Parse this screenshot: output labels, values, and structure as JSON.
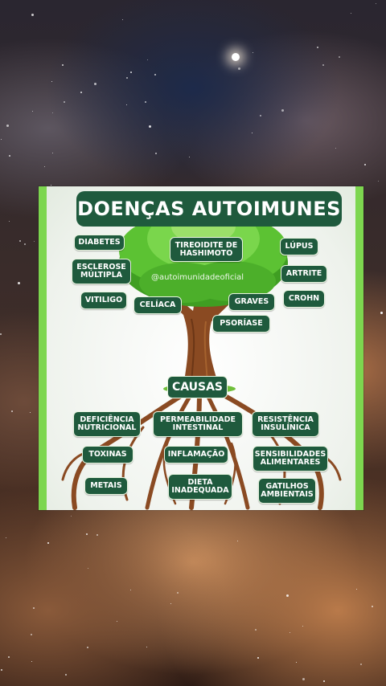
{
  "title": "DOENÇAS AUTOIMUNES",
  "watermark": "@autoimunidadeoficial",
  "causes_label": "CAUSAS",
  "diseases": [
    {
      "label": "DIABETES"
    },
    {
      "label": "TIREOIDITE DE\nHASHIMOTO"
    },
    {
      "label": "LÚPUS"
    },
    {
      "label": "ESCLEROSE\nMÚLTIPLA"
    },
    {
      "label": "ARTRITE"
    },
    {
      "label": "VITILIGO"
    },
    {
      "label": "CELÍACA"
    },
    {
      "label": "GRAVES"
    },
    {
      "label": "CROHN"
    },
    {
      "label": "PSORÍASE"
    }
  ],
  "causes": [
    {
      "label": "DEFICIÊNCIA\nNUTRICIONAL"
    },
    {
      "label": "PERMEABILIDADE\nINTESTINAL"
    },
    {
      "label": "RESISTÊNCIA\nINSULÍNICA"
    },
    {
      "label": "TOXINAS"
    },
    {
      "label": "INFLAMAÇÃO"
    },
    {
      "label": "SENSIBILIDADES\nALIMENTARES"
    },
    {
      "label": "METAIS"
    },
    {
      "label": "DIETA\nINADEQUADA"
    },
    {
      "label": "GATILHOS\nAMBIENTAIS"
    }
  ],
  "colors": {
    "panel_border": "#7dd64f",
    "tag_background": "#1f5a3d",
    "tag_text": "#ffffff",
    "canopy": "#4caf2a",
    "trunk": "#8a4a22"
  }
}
